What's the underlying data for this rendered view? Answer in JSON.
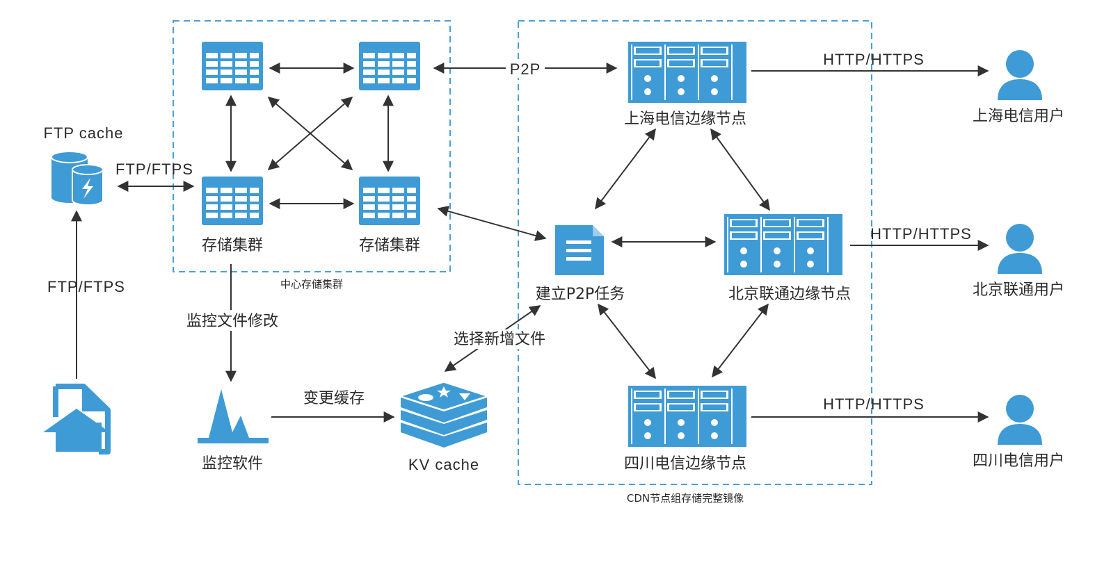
{
  "colors": {
    "icon_blue": "#3e9bd5",
    "border_blue": "#4a9fd4",
    "line": "#333333",
    "text": "#2b2b2b"
  },
  "groups": {
    "central_storage": "中心存储集群",
    "cdn_group": "CDN节点组存储完整镜像"
  },
  "nodes": {
    "ftp_cache": {
      "label": "FTP cache",
      "icon": "database-lightning-icon"
    },
    "upload": {
      "icon": "file-upload-icon"
    },
    "storage_cluster_1": {
      "label": "存储集群",
      "icon": "table-grid-icon"
    },
    "storage_cluster_2": {
      "label": "存储集群",
      "icon": "table-grid-icon"
    },
    "storage_top_left": {
      "icon": "table-grid-icon"
    },
    "storage_top_right": {
      "icon": "table-grid-icon"
    },
    "monitor_software": {
      "label": "监控软件",
      "icon": "waveform-icon"
    },
    "kv_cache": {
      "label": "KV cache",
      "icon": "redis-stack-icon"
    },
    "p2p_task": {
      "label": "建立P2P任务",
      "icon": "document-icon"
    },
    "shanghai_edge": {
      "label": "上海电信边缘节点",
      "icon": "server-rack-icon"
    },
    "beijing_edge": {
      "label": "北京联通边缘节点",
      "icon": "server-rack-icon"
    },
    "sichuan_edge": {
      "label": "四川电信边缘节点",
      "icon": "server-rack-icon"
    },
    "shanghai_user": {
      "label": "上海电信用户",
      "icon": "user-icon"
    },
    "beijing_user": {
      "label": "北京联通用户",
      "icon": "user-icon"
    },
    "sichuan_user": {
      "label": "四川电信用户",
      "icon": "user-icon"
    }
  },
  "edge_labels": {
    "ftp_ftps_top": "FTP/FTPS",
    "ftp_ftps_left": "FTP/FTPS",
    "p2p": "P2P",
    "http_shanghai": "HTTP/HTTPS",
    "http_beijing": "HTTP/HTTPS",
    "http_sichuan": "HTTP/HTTPS",
    "monitor_changes": "监控文件修改",
    "change_cache": "变更缓存",
    "select_new_files": "选择新增文件"
  }
}
